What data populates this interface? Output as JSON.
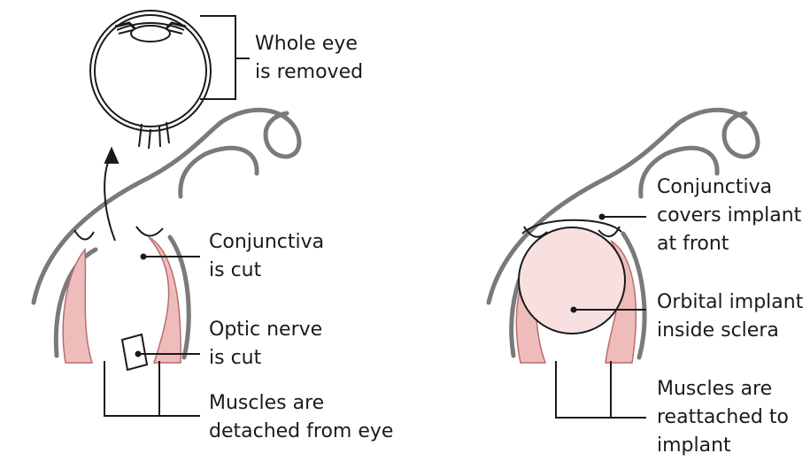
{
  "colors": {
    "outline": "#6e6e6e",
    "line": "#1a1a1a",
    "muscle_fill": "#efbcbc",
    "muscle_stroke": "#b96d6d",
    "implant_fill": "#f8e0e0",
    "background": "#ffffff"
  },
  "labels": {
    "whole_eye": [
      "Whole eye",
      "is removed"
    ],
    "conjunctiva_cut": [
      "Conjunctiva",
      "is cut"
    ],
    "optic_nerve_cut": [
      "Optic nerve",
      "is cut"
    ],
    "muscles_detached": [
      "Muscles are",
      "detached from eye"
    ],
    "conjunctiva_covers": [
      "Conjunctiva",
      "covers implant",
      "at front"
    ],
    "orbital_implant": [
      "Orbital implant",
      "inside sclera"
    ],
    "muscles_reattached": [
      "Muscles are",
      "reattached to",
      "implant"
    ]
  }
}
